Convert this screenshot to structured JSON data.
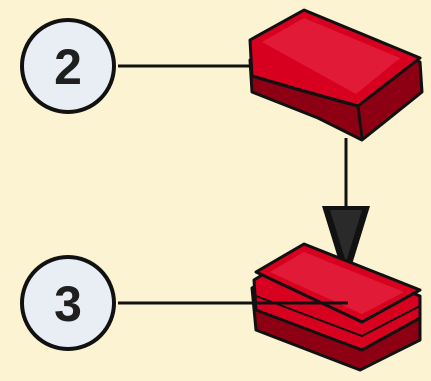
{
  "colors": {
    "background": "#fbf3d2",
    "part_red": "#d8001f",
    "part_dark": "#8d0013",
    "part_light": "#ee3a55",
    "line": "#111111",
    "callout_fill": "#e9eef5"
  },
  "callouts": [
    {
      "label": "2",
      "part": "red-pad-top"
    },
    {
      "label": "3",
      "part": "red-pad-bottom"
    }
  ],
  "arrow": {
    "icon": "down-arrow-icon",
    "from": "red-pad-top",
    "to": "red-pad-bottom"
  }
}
